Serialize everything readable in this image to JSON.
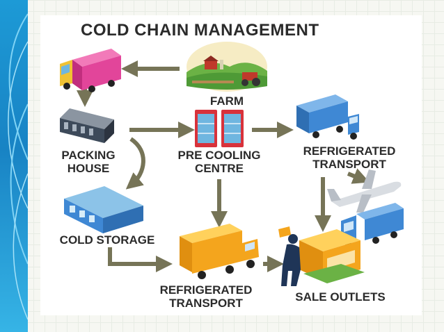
{
  "title": "COLD CHAIN MANAGEMENT",
  "nodes": {
    "farm": "FARM",
    "packing_house": [
      "PACKING",
      "HOUSE"
    ],
    "pre_cooling_centre": [
      "PRE COOLING",
      "CENTRE"
    ],
    "refrigerated_transport_top": [
      "REFRIGERATED",
      "TRANSPORT"
    ],
    "cold_storage": "COLD STORAGE",
    "refrigerated_transport_bottom": [
      "REFRIGERATED",
      "TRANSPORT"
    ],
    "sale_outlets": "SALE OUTLETS"
  },
  "colors": {
    "arrow": "#767457",
    "band": "#1d9ad6",
    "truck_pink": "#e2459a",
    "truck_blue": "#3f88d4",
    "truck_orange": "#f4a51d",
    "fridge_red": "#d8323b"
  },
  "icons": [
    "pink-truck-icon",
    "farm-icon",
    "packing-house-icon",
    "fridge-icon",
    "blue-truck-icon",
    "cold-storage-icon",
    "orange-truck-icon",
    "airplane-icon",
    "sale-outlet-icon",
    "worker-icon"
  ]
}
